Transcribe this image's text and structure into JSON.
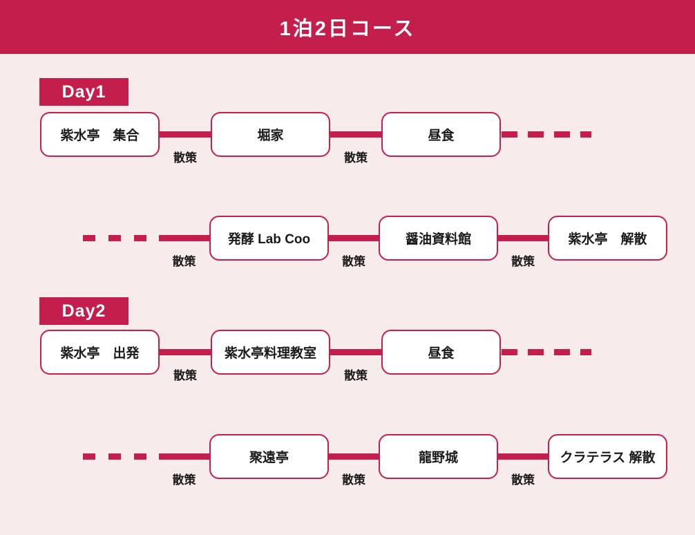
{
  "header": {
    "title": "1泊2日コース"
  },
  "colors": {
    "accent": "#C41E4C",
    "background": "#F8EBEB",
    "box_fill": "#FFFFFF",
    "text": "#1A1A1A"
  },
  "days": [
    {
      "badge": "Day1",
      "rows": [
        {
          "stops": [
            "紫水亭　集合",
            "堀家",
            "昼食"
          ],
          "walk_labels": [
            "散策",
            "散策"
          ],
          "trailing_dashed": true
        },
        {
          "leading_dashed": true,
          "stops": [
            "発酵 Lab Coo",
            "醤油資料館",
            "紫水亭　解散"
          ],
          "walk_labels": [
            "散策",
            "散策",
            "散策"
          ]
        }
      ]
    },
    {
      "badge": "Day2",
      "rows": [
        {
          "stops": [
            "紫水亭　出発",
            "紫水亭料理教室",
            "昼食"
          ],
          "walk_labels": [
            "散策",
            "散策"
          ],
          "trailing_dashed": true
        },
        {
          "leading_dashed": true,
          "stops": [
            "聚遠亭",
            "龍野城",
            "クラテラス 解散"
          ],
          "walk_labels": [
            "散策",
            "散策",
            "散策"
          ]
        }
      ]
    }
  ]
}
